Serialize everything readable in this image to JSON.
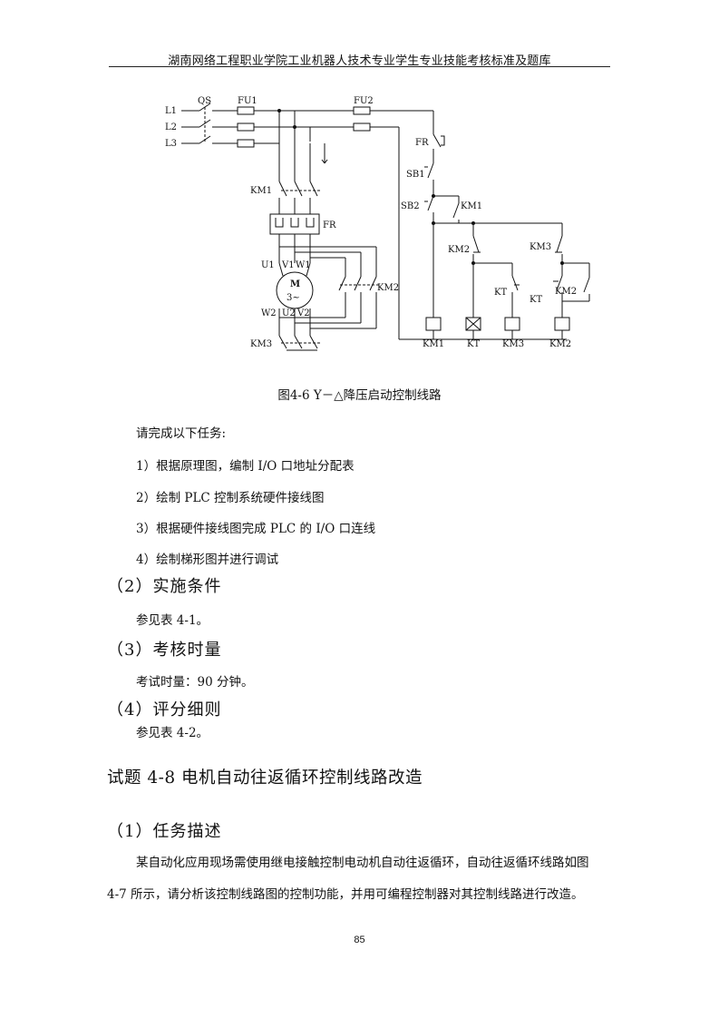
{
  "header": {
    "title": "湖南网络工程职业学院工业机器人技术专业学生专业技能考核标准及题库"
  },
  "figure": {
    "caption": "图4-6 Y－△降压启动控制线路",
    "labels": {
      "l1": "L1",
      "l2": "L2",
      "l3": "L3",
      "qs": "QS",
      "fu1": "FU1",
      "fu2": "FU2",
      "km1_main": "KM1",
      "fr_main": "FR",
      "u1": "U1",
      "v1": "V1",
      "w1": "W1",
      "motor_m": "M",
      "motor_3": "3~",
      "w2": "W2",
      "u2": "U2",
      "v2": "V2",
      "km2_main": "KM2",
      "km3_main": "KM3",
      "fr_ctrl": "FR",
      "sb1": "SB1",
      "sb2": "SB2",
      "km1_aux": "KM1",
      "km2_aux": "KM2",
      "km3_aux": "KM3",
      "kt_nc": "KT",
      "kt_no": "KT",
      "km2_hold": "KM2",
      "coil_km1": "KM1",
      "coil_kt": "KT",
      "coil_km3": "KM3",
      "coil_km2": "KM2"
    }
  },
  "tasks": {
    "intro": "请完成以下任务:",
    "items": [
      "1）根据原理图，编制 I/O 口地址分配表",
      "2）绘制 PLC 控制系统硬件接线图",
      "3）根据硬件接线图完成 PLC 的 I/O 口连线",
      "4）绘制梯形图并进行调试"
    ]
  },
  "sections": [
    {
      "heading": "（2）实施条件",
      "body": "参见表 4-1。"
    },
    {
      "heading": "（3）考核时量",
      "body": "考试时量：90 分钟。"
    },
    {
      "heading": "（4）评分细则",
      "body": "参见表 4-2。"
    }
  ],
  "question": {
    "title": "试题 4-8  电机自动往返循环控制线路改造",
    "subheading": "（1）任务描述",
    "para_line1": "某自动化应用现场需使用继电接触控制电动机自动往返循环，自动往返循环线路如图",
    "para_line2": "4-7 所示，请分析该控制线路图的控制功能，并用可编程控制器对其控制线路进行改造。"
  },
  "page_number": "85"
}
